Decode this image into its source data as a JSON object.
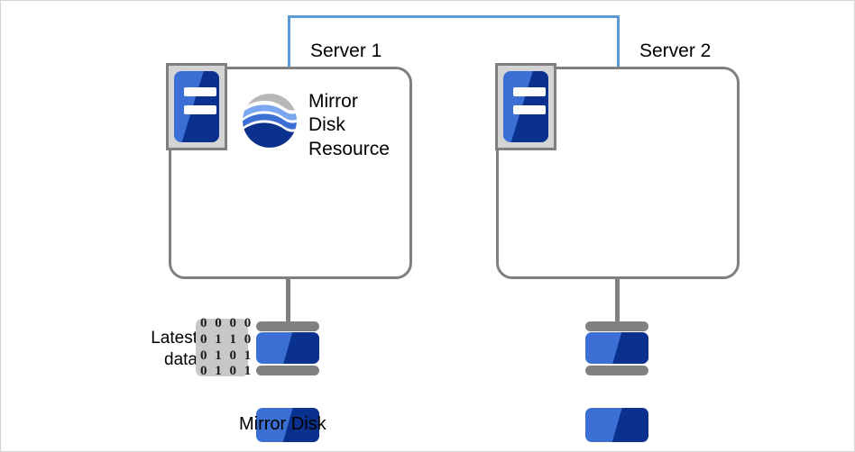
{
  "diagram": {
    "title": "Mirror Disk Resource on Server 1",
    "colors": {
      "link": "#5b9bd5",
      "server_border": "#808080",
      "disk_blue_light": "#3b6fd4",
      "disk_blue_dark": "#0b318f",
      "icon_frame": "#d4d4d4",
      "chip_background": "#c8c8c8",
      "page_border": "#d4d4d4",
      "text": "#000000"
    },
    "link": {
      "name": "interconnect",
      "style": "solid"
    },
    "servers": [
      {
        "id": "server-1",
        "label": "Server 1",
        "icon": "server-icon",
        "resource": {
          "icon": "globe-icon",
          "label": "Mirror\nDisk\nResource"
        },
        "disk": {
          "label": "Mirror Disk",
          "has_data_chip": true,
          "data_chip": {
            "caption": "Latest\ndata",
            "rows": [
              "0 0 0 0",
              "0 1 1 0",
              "0 1 0 1",
              "0 1 0 1"
            ]
          }
        }
      },
      {
        "id": "server-2",
        "label": "Server 2",
        "icon": "server-icon",
        "resource": null,
        "disk": {
          "label": "",
          "has_data_chip": false
        }
      }
    ]
  }
}
